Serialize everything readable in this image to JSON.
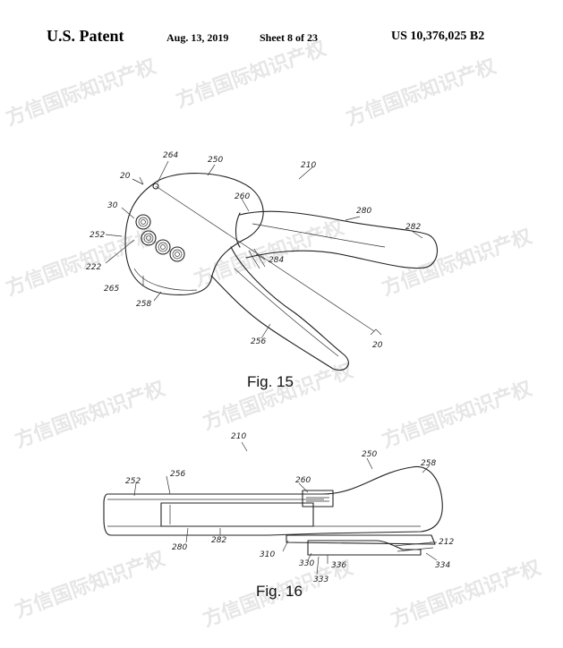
{
  "header": {
    "title": "U.S. Patent",
    "date": "Aug. 13, 2019",
    "sheet": "Sheet 8 of 23",
    "patent_number": "US 10,376,025 B2"
  },
  "watermark_text": "方信国际知识产权",
  "figures": {
    "fig15": {
      "label": "Fig. 15",
      "refs": {
        "r20a": "20",
        "r264": "264",
        "r250": "250",
        "r210": "210",
        "r260": "260",
        "r30": "30",
        "r280": "280",
        "r282": "282",
        "r252": "252",
        "r222": "222",
        "r284": "284",
        "r265": "265",
        "r258": "258",
        "r256": "256",
        "r20b": "20"
      }
    },
    "fig16": {
      "label": "Fig. 16",
      "refs": {
        "r210": "210",
        "r250": "250",
        "r258": "258",
        "r252": "252",
        "r256": "256",
        "r260": "260",
        "r280": "280",
        "r282": "282",
        "r310": "310",
        "r330": "330",
        "r336": "336",
        "r333": "333",
        "r212": "212",
        "r334": "334"
      }
    }
  }
}
